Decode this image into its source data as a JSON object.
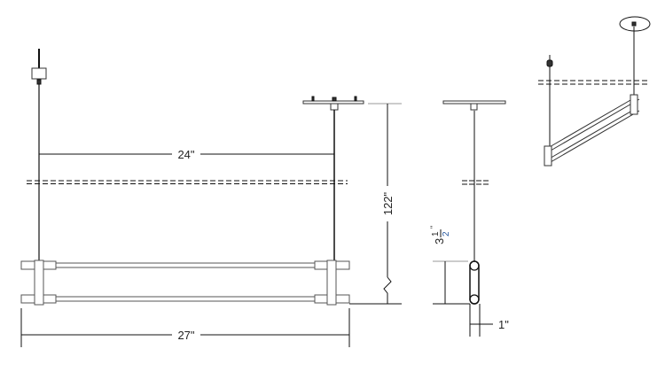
{
  "drawing": {
    "front_view": {
      "span_between_cables": "24\"",
      "overall_length": "27\"",
      "overall_height": "122\""
    },
    "side_view": {
      "fixture_height_whole": "3",
      "fixture_height_num": "1",
      "fixture_height_den": "2",
      "fixture_height_unit": "\"",
      "fixture_depth": "1\""
    },
    "colors": {
      "line": "#111111",
      "light_line": "#999999",
      "height_label": "#7a4a10",
      "depth_label": "#3a2a7a"
    }
  }
}
